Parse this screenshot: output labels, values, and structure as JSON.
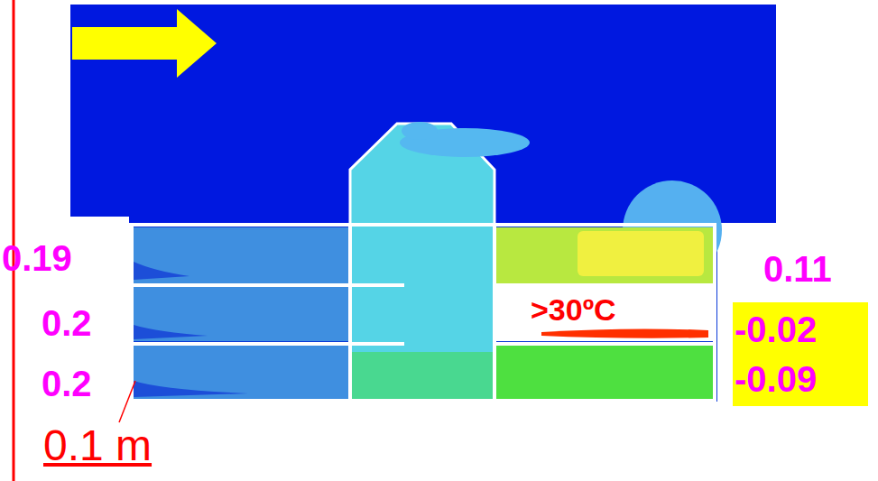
{
  "diagram": {
    "labels": [
      "0.19",
      "0.2",
      "0.2",
      "0.11",
      "-0.02",
      "-0.09",
      ">30ºC",
      "0.1 m"
    ]
  }
}
